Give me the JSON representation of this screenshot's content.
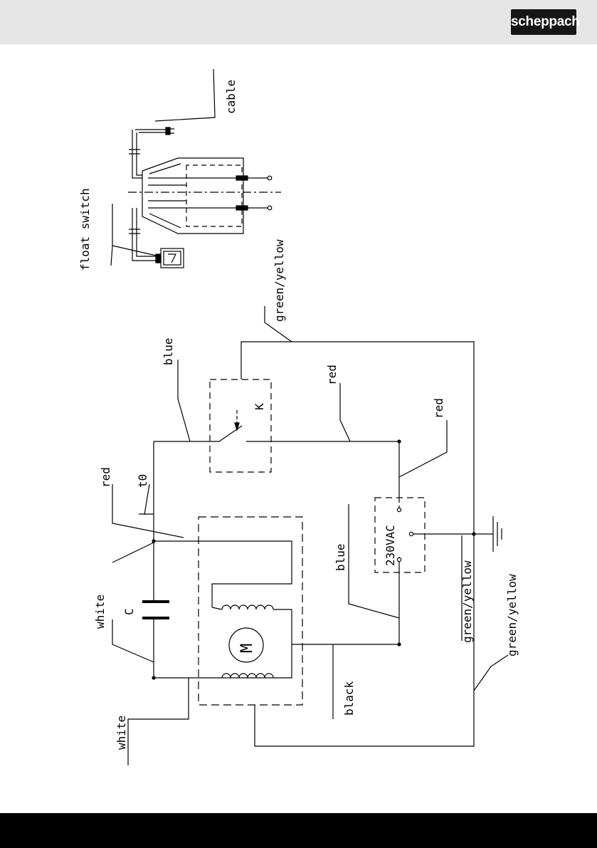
{
  "header": {
    "logo_text": "scheppach"
  },
  "diagram": {
    "labels": {
      "cable": "cable",
      "float_switch": "float switch",
      "green_yellow": "green/yellow",
      "blue": "blue",
      "red": "red",
      "t0": "t0",
      "k": "K",
      "white": "white",
      "c": "C",
      "m": "M",
      "black": "black",
      "vac": "230VAC"
    }
  }
}
